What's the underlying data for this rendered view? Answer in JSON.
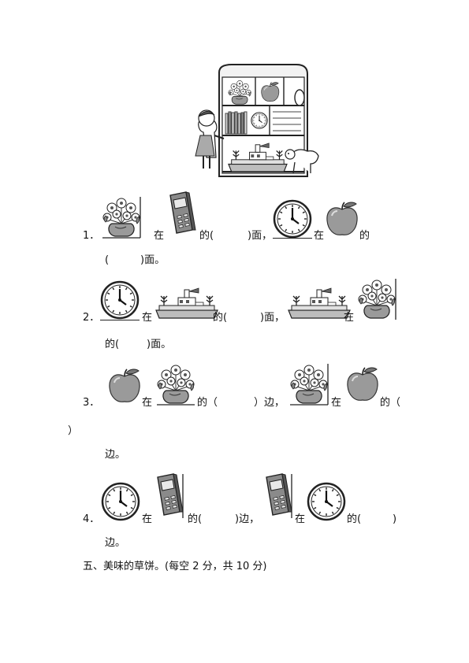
{
  "page_kind": "worksheet",
  "questions": [
    {
      "number": "1．",
      "parts": [
        "在",
        "的(",
        ")面，",
        "在",
        "的"
      ],
      "continuation": "(",
      "continuation_end": ")面。"
    },
    {
      "number": "2．",
      "parts": [
        "在",
        "的(",
        ")面，",
        "在"
      ],
      "continuation": "的(",
      "continuation_end": ")面。"
    },
    {
      "number": "3．",
      "parts": [
        "在",
        "的（",
        "）边，",
        "在",
        "的（"
      ],
      "wrap": "）",
      "continuation": "边。"
    },
    {
      "number": "4．",
      "parts": [
        "在",
        "的(",
        ")边，",
        "在",
        "的(",
        ")"
      ],
      "continuation": "边。"
    }
  ],
  "section_five": "五、美味的草饼。(每空 2 分，共 10 分)",
  "icons": [
    "bookcase-scene",
    "flower-pot-icon",
    "calculator-icon",
    "clock-icon",
    "apple-icon",
    "toy-boat-icon"
  ]
}
